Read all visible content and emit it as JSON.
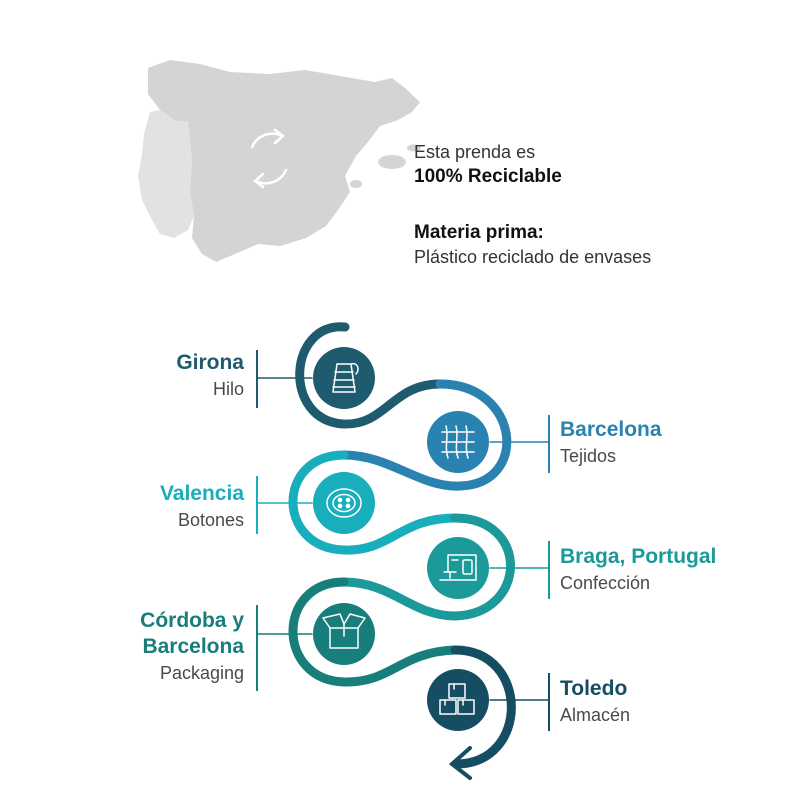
{
  "colors": {
    "dark_teal": "#1f5b6e",
    "blue": "#2a82b0",
    "cyan": "#19aebc",
    "teal": "#1c9a9a",
    "sea": "#177e7c",
    "navy": "#154e63",
    "map_gray": "#d4d4d4",
    "map_light": "#e2e2e2"
  },
  "map": {
    "icon": "recycle-arrows-icon"
  },
  "info": {
    "line1": "Esta prenda es",
    "line2": "100% Reciclable",
    "line3": "Materia prima:",
    "line4": "Plástico reciclado de envases"
  },
  "stages": [
    {
      "city": "Girona",
      "task": "Hilo",
      "icon": "yarn-cone-icon",
      "color": "#1f5b6e"
    },
    {
      "city": "Barcelona",
      "task": "Tejidos",
      "icon": "fabric-weave-icon",
      "color": "#2a82b0"
    },
    {
      "city": "Valencia",
      "task": "Botones",
      "icon": "button-icon",
      "color": "#19aebc"
    },
    {
      "city": "Braga, Portugal",
      "task": "Confección",
      "icon": "sewing-machine-icon",
      "color": "#1c9a9a"
    },
    {
      "city": "Córdoba y",
      "city2": "Barcelona",
      "task": "Packaging",
      "icon": "open-box-icon",
      "color": "#177e7c"
    },
    {
      "city": "Toledo",
      "task": "Almacén",
      "icon": "stacked-boxes-icon",
      "color": "#154e63"
    }
  ]
}
